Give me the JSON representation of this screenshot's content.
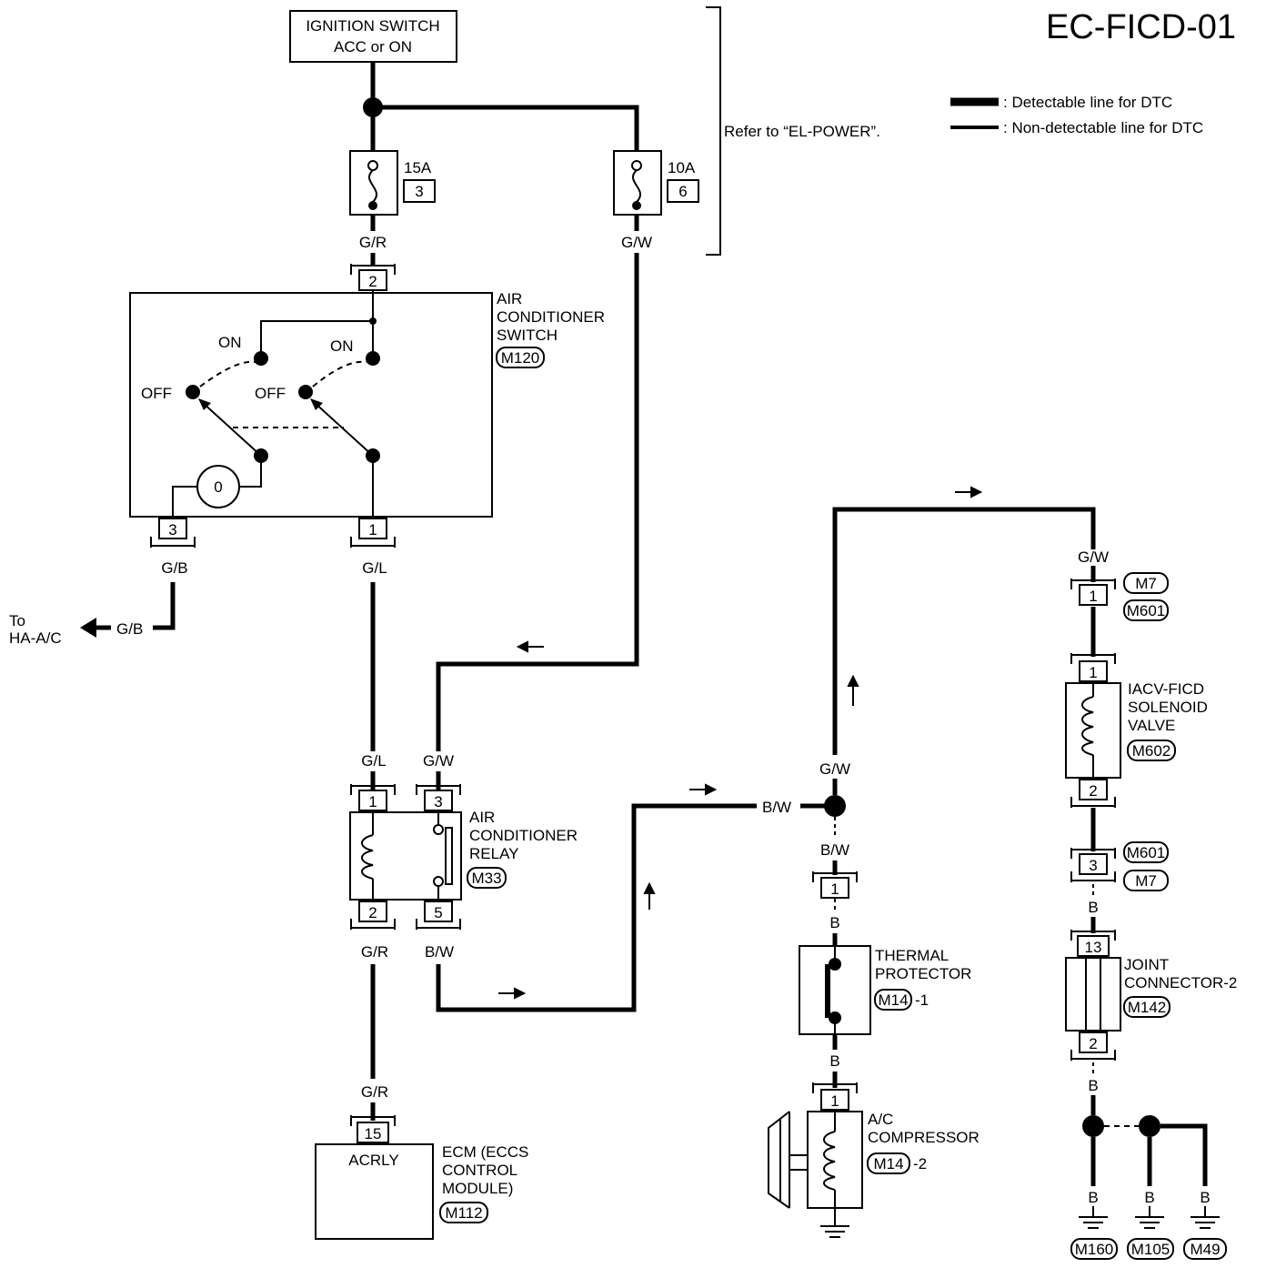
{
  "code": "EC-FICD-01",
  "legend": {
    "detectable": ": Detectable line for DTC",
    "non_detectable": ": Non-detectable line for DTC"
  },
  "refer": "Refer to “EL-POWER”.",
  "ignition": {
    "line1": "IGNITION SWITCH",
    "line2": "ACC or ON"
  },
  "fuse1": {
    "amp": "15A",
    "num": "3"
  },
  "fuse2": {
    "amp": "10A",
    "num": "6"
  },
  "ac_switch": {
    "name1": "AIR",
    "name2": "CONDITIONER",
    "name3": "SWITCH",
    "conn": "M120",
    "on": "ON",
    "off": "OFF",
    "pin_top": "2",
    "pin_left": "3",
    "pin_right": "1",
    "lamp": "0"
  },
  "ac_relay": {
    "name1": "AIR",
    "name2": "CONDITIONER",
    "name3": "RELAY",
    "conn": "M33",
    "pin1": "1",
    "pin2": "2",
    "pin3": "3",
    "pin5": "5"
  },
  "ecm": {
    "name1": "ECM (ECCS",
    "name2": "CONTROL",
    "name3": "MODULE)",
    "conn": "M112",
    "pin": "15",
    "terminal": "ACRLY"
  },
  "to_hvac": {
    "line1": "To",
    "line2": "HA-A/C"
  },
  "thermal": {
    "name1": "THERMAL",
    "name2": "PROTECTOR",
    "conn": "M14",
    "suffix": "-1",
    "pin": "1"
  },
  "compressor": {
    "name1": "A/C",
    "name2": "COMPRESSOR",
    "conn": "M14",
    "suffix": "-2",
    "pin": "1"
  },
  "iacv": {
    "name1": "IACV-FICD",
    "name2": "SOLENOID",
    "name3": "VALVE",
    "conn": "M602",
    "pin_top": "1",
    "pin_bot": "2"
  },
  "m7_top": {
    "a": "M7",
    "b": "M601",
    "pin": "1"
  },
  "m601_bot": {
    "a": "M601",
    "b": "M7",
    "pin": "3"
  },
  "joint": {
    "name1": "JOINT",
    "name2": "CONNECTOR-2",
    "conn": "M142",
    "pin_top": "13",
    "pin_bot": "2"
  },
  "grounds": [
    "M160",
    "M105",
    "M49"
  ],
  "wires": {
    "gr": "G/R",
    "gw": "G/W",
    "gb": "G/B",
    "gl": "G/L",
    "bw": "B/W",
    "b": "B"
  }
}
